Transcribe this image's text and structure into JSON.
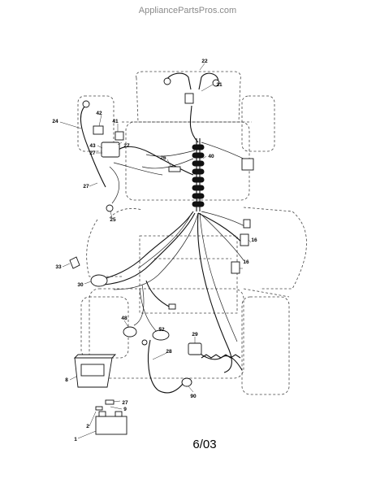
{
  "watermark": "AppliancePartsPros.com",
  "date_code": "6/03",
  "parts": [
    {
      "id": "p22",
      "label": "22"
    },
    {
      "id": "p21",
      "label": "21"
    },
    {
      "id": "p24",
      "label": "24"
    },
    {
      "id": "p42",
      "label": "42"
    },
    {
      "id": "p41",
      "label": "41"
    },
    {
      "id": "p43",
      "label": "43"
    },
    {
      "id": "p27a",
      "label": "27"
    },
    {
      "id": "p27b",
      "label": "27"
    },
    {
      "id": "p27c",
      "label": "27"
    },
    {
      "id": "p27d",
      "label": "27"
    },
    {
      "id": "p26",
      "label": "26"
    },
    {
      "id": "p40",
      "label": "40"
    },
    {
      "id": "p25",
      "label": "25"
    },
    {
      "id": "p16a",
      "label": "16"
    },
    {
      "id": "p16b",
      "label": "16"
    },
    {
      "id": "p33",
      "label": "33"
    },
    {
      "id": "p30",
      "label": "30"
    },
    {
      "id": "p48",
      "label": "48"
    },
    {
      "id": "p52",
      "label": "52"
    },
    {
      "id": "p29",
      "label": "29"
    },
    {
      "id": "p28",
      "label": "28"
    },
    {
      "id": "p8",
      "label": "8"
    },
    {
      "id": "p90",
      "label": "90"
    },
    {
      "id": "p9",
      "label": "9"
    },
    {
      "id": "p2",
      "label": "2"
    },
    {
      "id": "p1",
      "label": "1"
    }
  ]
}
